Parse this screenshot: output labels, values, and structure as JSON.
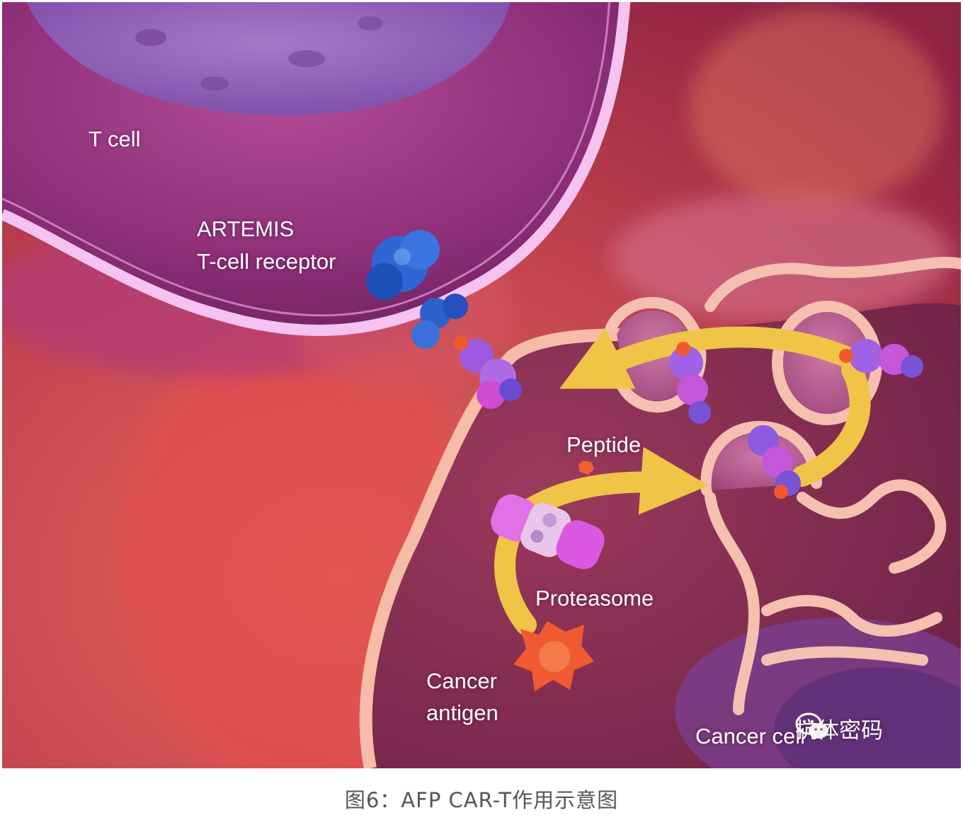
{
  "labels": {
    "t_cell": "T cell",
    "receptor": [
      "ARTEMIS",
      "T-cell receptor"
    ],
    "peptide": "Peptide",
    "proteasome": "Proteasome",
    "cancer_antigen": [
      "Cancer",
      "antigen"
    ],
    "cancer_cell": "Cancer cell"
  },
  "watermark": {
    "icon": "wechat-icon",
    "text": "抗体密码"
  },
  "caption": "图6：AFP CAR-T作用示意图",
  "colors": {
    "background": "#c84a52",
    "t_cell": "#8a2f78",
    "membrane": "#f4b9ee",
    "cancer_cell": "#a0304f",
    "arrow": "#f0c447",
    "receptor": "#2f5fd0",
    "mhc": "#9a56d8",
    "antigen": "#f0582a",
    "proteasome": "#dd62e4"
  }
}
